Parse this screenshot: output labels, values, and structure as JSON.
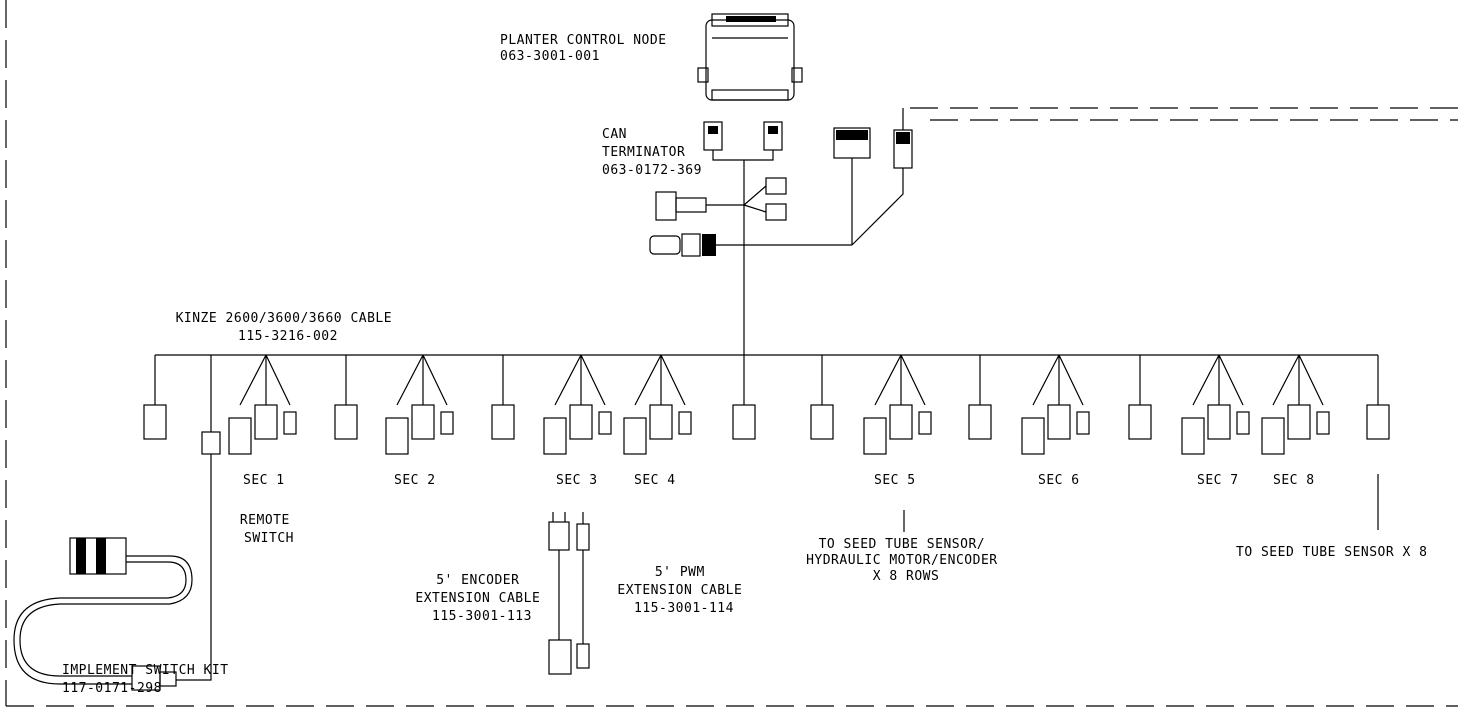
{
  "labels": {
    "control_node": [
      "PLANTER CONTROL NODE",
      "063-3001-001"
    ],
    "terminator": [
      "CAN",
      "TERMINATOR",
      "063-0172-369"
    ],
    "main_cable": [
      "KINZE 2600/3600/3660 CABLE",
      "115-3216-002"
    ],
    "remote_switch": [
      "REMOTE",
      "SWITCH"
    ],
    "encoder_ext": [
      "5' ENCODER",
      "EXTENSION CABLE",
      "115-3001-113"
    ],
    "pwm_ext": [
      "5' PWM",
      "EXTENSION CABLE",
      "115-3001-114"
    ],
    "seed_tube_motor": [
      "TO SEED TUBE SENSOR/",
      "HYDRAULIC MOTOR/ENCODER",
      "X 8 ROWS"
    ],
    "seed_tube_x8": "TO SEED TUBE SENSOR X 8",
    "switch_kit": [
      "IMPLEMENT SWITCH KIT",
      "117-0171-298"
    ]
  },
  "sections": [
    "SEC 1",
    "SEC 2",
    "SEC 3",
    "SEC 4",
    "SEC 5",
    "SEC 6",
    "SEC 7",
    "SEC 8"
  ]
}
